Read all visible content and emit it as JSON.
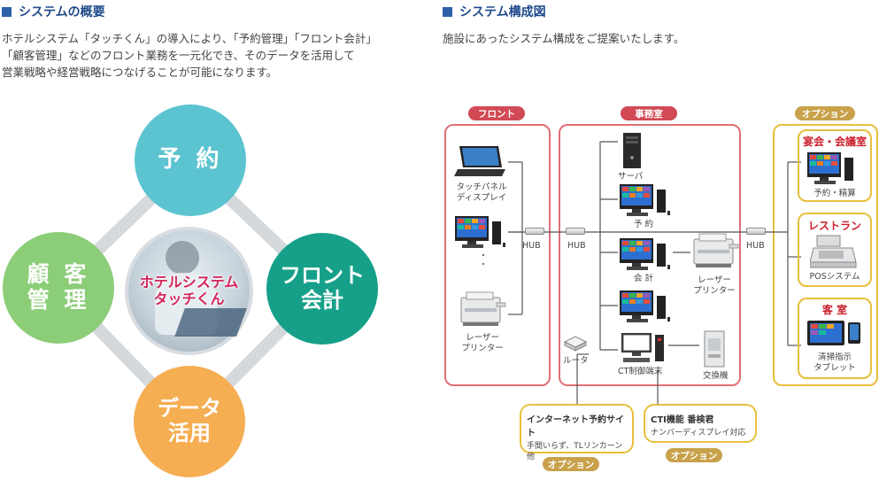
{
  "overview": {
    "title": "システムの概要",
    "description": [
      "ホテルシステム「タッチくん」の導入により、「予約管理」「フロント会計」",
      "「顧客管理」などのフロント業務を一元化でき、そのデータを活用して",
      "営業戦略や経営戦略につなげることが可能になります。"
    ],
    "circles": {
      "top": "予 約",
      "left_line1": "顧 客",
      "left_line2": "管 理",
      "right_line1": "フロント",
      "right_line2": "会計",
      "bottom_line1": "データ",
      "bottom_line2": "活用",
      "center_line1": "ホテルシステム",
      "center_line2": "タッチくん"
    },
    "colors": {
      "top": "#5cc4d0",
      "left": "#8ccd78",
      "right": "#16a089",
      "bottom": "#f5ae52",
      "center_text": "#d3245a"
    }
  },
  "structure": {
    "title": "システム構成図",
    "description": "施設にあったシステム構成をご提案いたします。",
    "groups": {
      "front": "フロント",
      "office": "事務室",
      "option": "オプション"
    },
    "front": {
      "touch_panel_line1": "タッチパネル",
      "touch_panel_line2": "ディスプレイ",
      "dots": "・\n・",
      "printer_line1": "レーザー",
      "printer_line2": "プリンター",
      "hub": "HUB"
    },
    "office": {
      "hub": "HUB",
      "server": "サーバ",
      "reservation": "予 約",
      "accounting": "会 計",
      "printer_line1": "レーザー",
      "printer_line2": "プリンター",
      "router": "ルータ",
      "cti_terminal": "CT制御端末",
      "exchange": "交換機"
    },
    "option_column": {
      "hub": "HUB",
      "banquet": "宴会・会議室",
      "banquet_sub": "予約・精算",
      "restaurant": "レストラン",
      "restaurant_sub": "POSシステム",
      "guest_room": "客 室",
      "guest_room_sub1": "清掃指示",
      "guest_room_sub2": "タブレット"
    },
    "internet_option": {
      "title": "インターネット予約サイト",
      "desc_line1": "手間いらず、TLリンカーン",
      "desc_line2": "他",
      "tag": "オプション"
    },
    "cti_option": {
      "title": "CTI機能 番検君",
      "desc": "ナンバーディスプレイ対応",
      "tag": "オプション"
    }
  }
}
